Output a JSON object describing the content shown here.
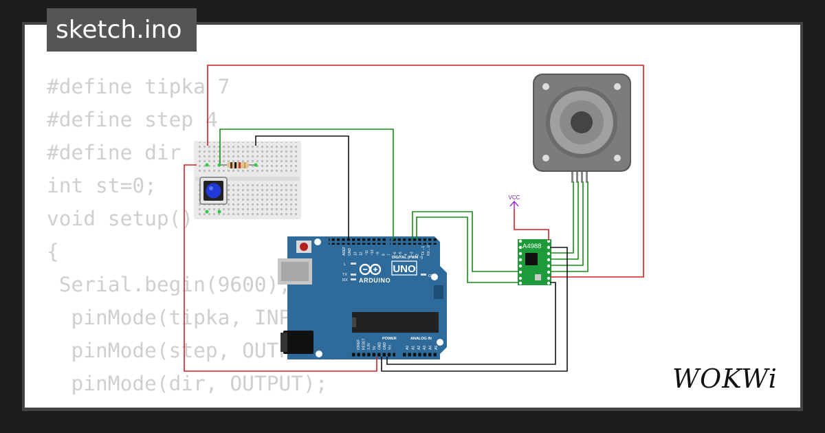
{
  "file_tab": {
    "label": "sketch.ino"
  },
  "code_lines": [
    "#define tipka 7",
    "#define step 4",
    "#define dir 2",
    "int st=0;",
    "void setup()",
    "{",
    " Serial.begin(9600);",
    "  pinMode(tipka, INPUT);",
    "  pinMode(step, OUTPUT);",
    "  pinMode(dir, OUTPUT);",
    "}"
  ],
  "arduino": {
    "brand": "ARDUINO",
    "model": "UNO",
    "digital_label": "DIGITAL (PWM ~)",
    "power_label": "POWER",
    "analog_label": "ANALOG IN",
    "on_label": "ON",
    "tx_label": "TX",
    "rx_label": "RX",
    "l_label": "L",
    "digital_pins": [
      "AREF",
      "GND",
      "13",
      "12",
      "~11",
      "~10",
      "~9",
      "8",
      "7",
      "~6",
      "~5",
      "4",
      "~3",
      "2",
      "TX→1",
      "RX←0"
    ],
    "power_pins": [
      "IOREF",
      "RESET",
      "3.3V",
      "5V",
      "GND",
      "GND",
      "Vin"
    ],
    "analog_pins": [
      "A0",
      "A1",
      "A2",
      "A3",
      "A4",
      "A5"
    ]
  },
  "driver": {
    "label": "A4988"
  },
  "vcc": {
    "label": "VCC"
  },
  "brand": {
    "label": "WOKWi"
  },
  "colors": {
    "wire_red": "#d21f1f",
    "wire_green": "#158a15",
    "wire_black": "#111111",
    "board_blue": "#2f6b9a",
    "driver_green": "#1f9a3a",
    "button_blue": "#1f3ad8"
  }
}
